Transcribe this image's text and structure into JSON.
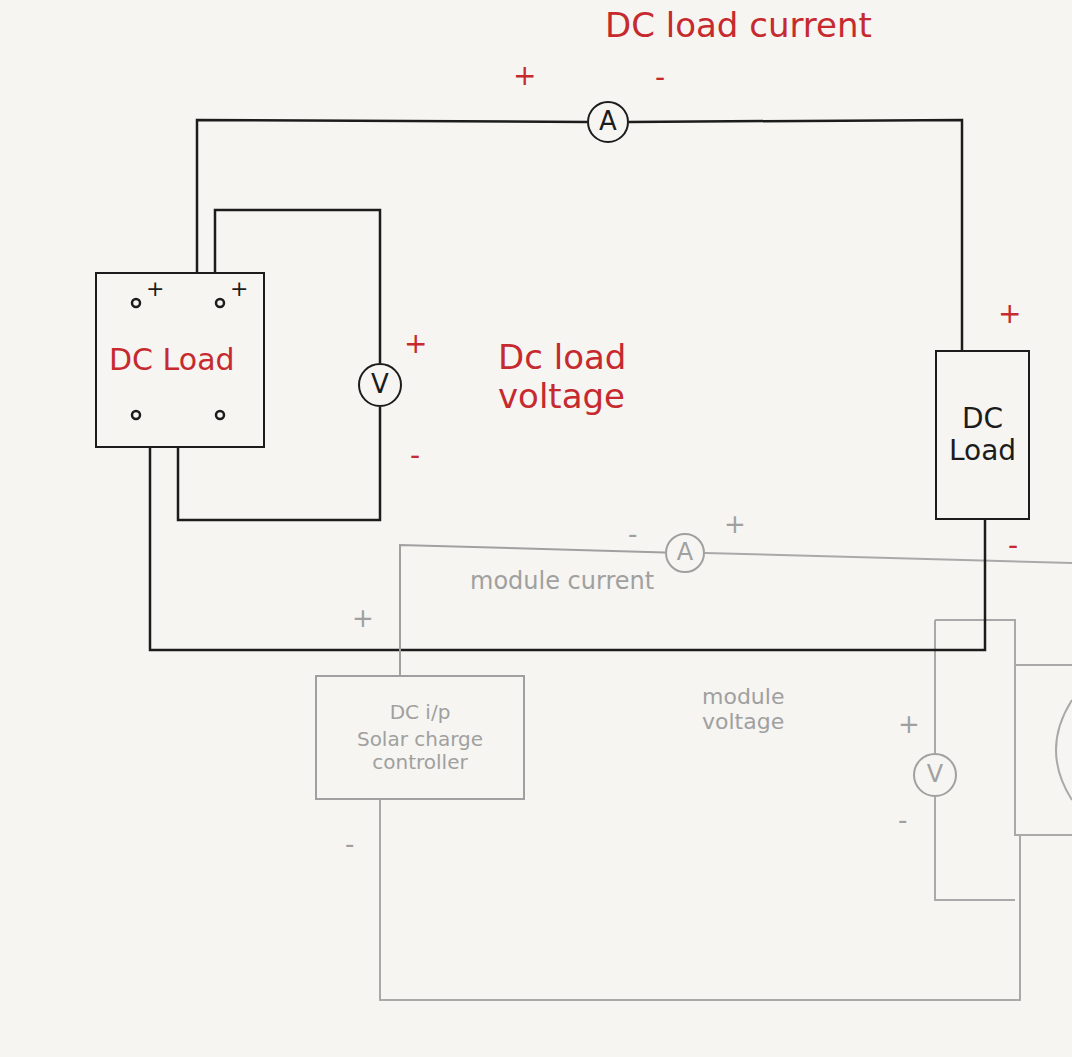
{
  "diagram": {
    "nodes": [
      {
        "text": [
          "A"
        ]
      },
      {
        "text": [
          "DC Load"
        ]
      },
      {
        "text": [
          "V"
        ]
      },
      {
        "text": [
          "DC Load"
        ]
      },
      {
        "text": [
          "A"
        ]
      },
      {
        "text": [
          "DC i/p",
          "Solar charge controller"
        ]
      },
      {
        "text": [
          "V"
        ]
      }
    ],
    "edges": [
      {
        "from": 1,
        "to": 0,
        "arrow": "none"
      },
      {
        "from": 0,
        "to": 3,
        "arrow": "none"
      },
      {
        "from": 2,
        "to": 1,
        "arrow": "none"
      },
      {
        "from": 2,
        "to": 1,
        "arrow": "none"
      },
      {
        "from": 1,
        "to": 3,
        "arrow": "none"
      },
      {
        "from": 5,
        "to": 4,
        "arrow": "none"
      }
    ],
    "labels": [
      "DC load current",
      "+",
      "-",
      "+",
      "+",
      "+",
      "-",
      "Dc load voltage",
      "+",
      "-",
      "-",
      "+",
      "module current",
      "+",
      "-",
      "module voltage",
      "+",
      "-"
    ]
  }
}
